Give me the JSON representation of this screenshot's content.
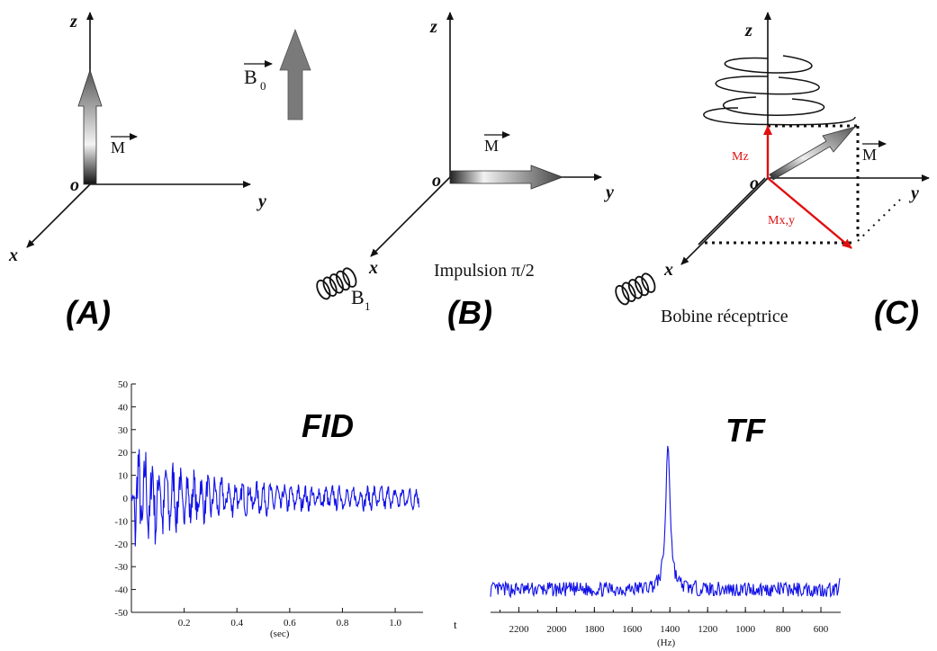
{
  "panels": {
    "A": {
      "label": "(A)",
      "axes": {
        "z": "z",
        "y": "y",
        "x": "x",
        "origin": "o"
      },
      "b0_label": "B",
      "b0_sub": "0",
      "m_label": "M"
    },
    "B": {
      "label": "(B)",
      "axes": {
        "z": "z",
        "y": "y",
        "x": "x",
        "origin": "o"
      },
      "m_label": "M",
      "pulse_label": "Impulsion π/2",
      "b1_label": "B",
      "b1_sub": "1"
    },
    "C": {
      "label": "(C)",
      "axes": {
        "z": "z",
        "y": "y",
        "x": "x",
        "origin": "o"
      },
      "m_label": "M",
      "mz_label": "Mz",
      "mxy_label": "Mx,y",
      "coil_label": "Bobine réceptrice"
    }
  },
  "colors": {
    "signal": "#1010e8",
    "component_vectors": "#e01010",
    "arrow_gray": "#7a7a7a"
  },
  "chart_data": [
    {
      "type": "line",
      "title": "FID",
      "xlabel": "(sec)",
      "x_axis_name": "t",
      "ylabel": "",
      "xlim": [
        0,
        1.1
      ],
      "ylim": [
        -50,
        50
      ],
      "y_ticks": [
        50,
        40,
        30,
        20,
        10,
        0,
        -10,
        -20,
        -30,
        -40,
        -50
      ],
      "x_ticks": [
        0.2,
        0.4,
        0.6,
        0.8,
        1.0
      ],
      "x_tick_labels": [
        "0.2",
        "0.4",
        "0.6",
        "0.8",
        "1.0"
      ],
      "description_points": {
        "x": [
          0.0,
          0.02,
          0.04,
          0.06,
          0.1,
          0.15,
          0.2,
          0.3,
          0.4,
          0.6,
          0.8,
          1.0,
          1.09
        ],
        "envelope": [
          29,
          28,
          26,
          25,
          22,
          18,
          15,
          11,
          9,
          7,
          6,
          6,
          6
        ]
      }
    },
    {
      "type": "line",
      "title": "TF",
      "xlabel": "(Hz)",
      "ylabel": "",
      "xlim": [
        2350,
        500
      ],
      "x_ticks": [
        2200,
        2000,
        1800,
        1600,
        1400,
        1200,
        1000,
        800,
        600
      ],
      "x_tick_labels": [
        "2200",
        "2000",
        "1800",
        "1600",
        "1400",
        "1200",
        "1000",
        "800",
        "600"
      ],
      "peak": {
        "x": 1410,
        "height": 24
      },
      "baseline": -40
    }
  ]
}
